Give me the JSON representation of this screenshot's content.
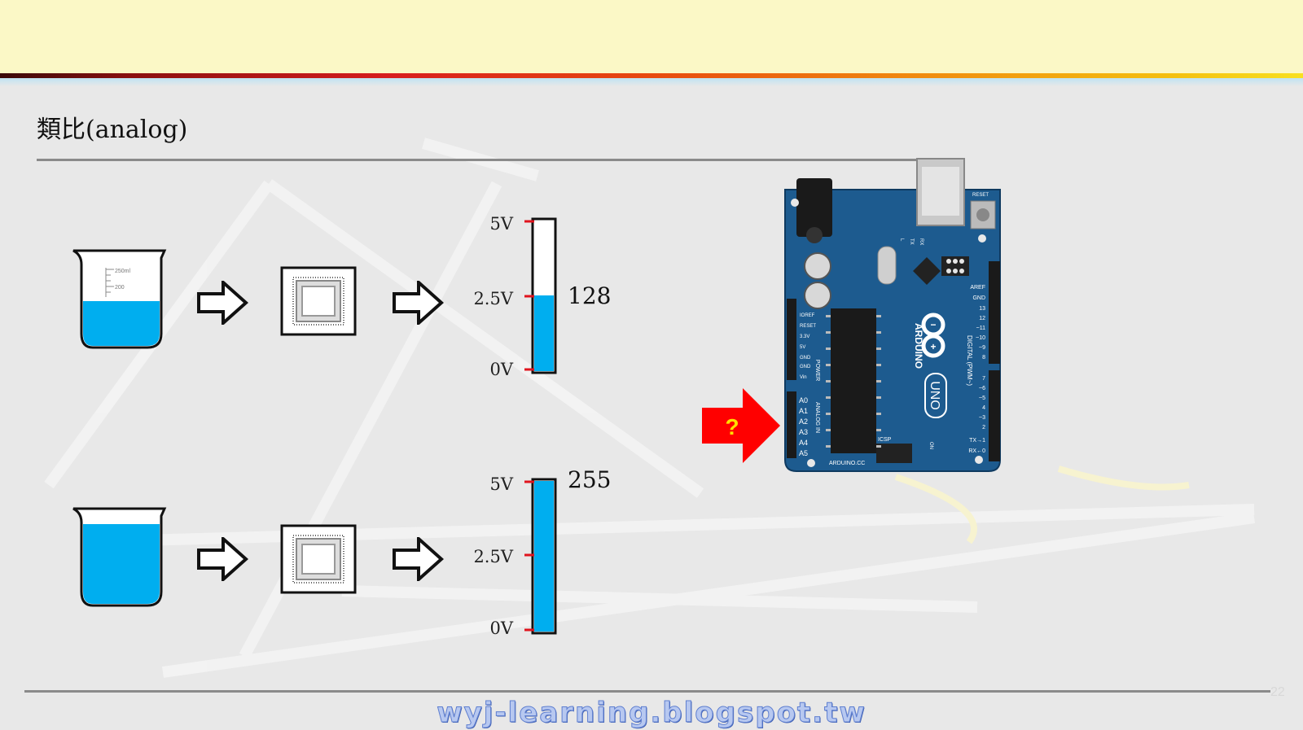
{
  "title": "類比(analog)",
  "footer": "wyj-learning.blogspot.tw",
  "page_number": "22",
  "colors": {
    "liquid": "#00aeef",
    "tick": "#e0141e",
    "arrow_red": "#ff0000",
    "question": "#ffe000"
  },
  "rows": [
    {
      "beaker_fill": 0.5,
      "beaker_marks": [
        "250ml",
        "200"
      ],
      "meter_fill": 0.5,
      "value": "128",
      "ticks": [
        "5V",
        "2.5V",
        "0V"
      ]
    },
    {
      "beaker_fill": 0.85,
      "beaker_marks": [],
      "meter_fill": 1.0,
      "value": "255",
      "ticks": [
        "5V",
        "2.5V",
        "0V"
      ]
    }
  ],
  "question_mark": "?",
  "board": {
    "brand": "ARDUINO",
    "model": "UNO",
    "site": "ARDUINO.CC",
    "icon": "arduino-uno-board",
    "left_pins": [
      "IOREF",
      "RESET",
      "3.3V",
      "5V",
      "GND",
      "GND",
      "Vin"
    ],
    "analog_pins": [
      "A0",
      "A1",
      "A2",
      "A3",
      "A4",
      "A5"
    ],
    "power_label": "POWER",
    "analog_label": "ANALOG IN",
    "digital_label": "DIGITAL (PWM~)",
    "reset_label": "RESET",
    "aref_label": "AREF",
    "gnd_label": "GND",
    "digital_pins": [
      "13",
      "12",
      "~11",
      "~10",
      "~9",
      "8",
      "7",
      "~6",
      "~5",
      "4",
      "~3",
      "2",
      "TX→1",
      "RX←0"
    ],
    "on_label": "ON",
    "tx_label": "TX",
    "rx_label": "RX",
    "l_label": "L",
    "icsp_label": "ICSP"
  }
}
